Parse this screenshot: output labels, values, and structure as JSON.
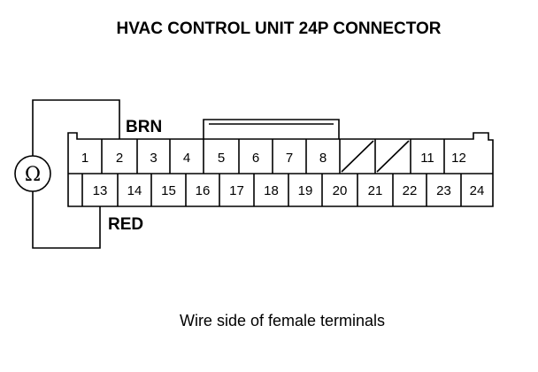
{
  "title": "HVAC CONTROL UNIT 24P CONNECTOR",
  "meter_symbol": "Ω",
  "wires": {
    "top": "BRN",
    "bottom": "RED"
  },
  "caption": "Wire side of female terminals",
  "top_row": [
    {
      "label": "1"
    },
    {
      "label": "2"
    },
    {
      "label": "3"
    },
    {
      "label": "4"
    },
    {
      "label": "5"
    },
    {
      "label": "6"
    },
    {
      "label": "7"
    },
    {
      "label": "8"
    },
    {
      "label": ""
    },
    {
      "label": ""
    },
    {
      "label": "11"
    },
    {
      "label": "12"
    }
  ],
  "bottom_row": [
    {
      "label": "13"
    },
    {
      "label": "14"
    },
    {
      "label": "15"
    },
    {
      "label": "16"
    },
    {
      "label": "17"
    },
    {
      "label": "18"
    },
    {
      "label": "19"
    },
    {
      "label": "20"
    },
    {
      "label": "21"
    },
    {
      "label": "22"
    },
    {
      "label": "23"
    },
    {
      "label": "24"
    }
  ]
}
